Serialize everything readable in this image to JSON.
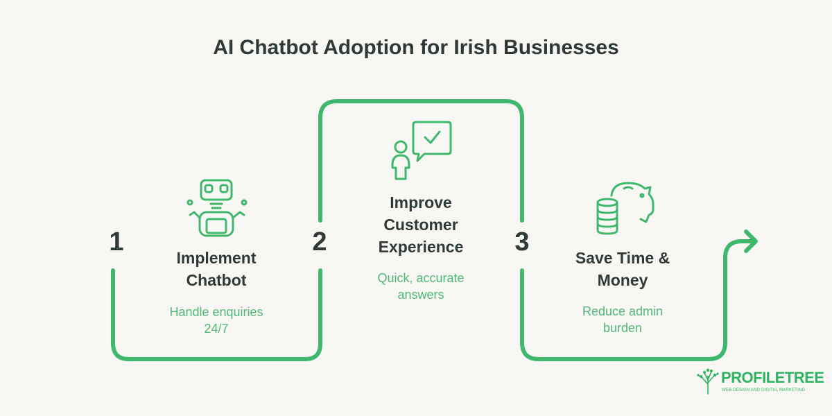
{
  "title": "AI Chatbot Adoption for Irish Businesses",
  "steps": [
    {
      "number": "1",
      "title_line1": "Implement",
      "title_line2": "Chatbot",
      "desc_line1": "Handle enquiries",
      "desc_line2": "24/7",
      "icon": "robot-icon"
    },
    {
      "number": "2",
      "title_line1": "Improve",
      "title_line2": "Customer",
      "title_line3": "Experience",
      "desc_line1": "Quick, accurate",
      "desc_line2": "answers",
      "icon": "person-chat-check-icon"
    },
    {
      "number": "3",
      "title_line1": "Save Time &",
      "title_line2": "Money",
      "desc_line1": "Reduce admin",
      "desc_line2": "burden",
      "icon": "piggy-bank-coins-icon"
    }
  ],
  "logo": {
    "name": "PROFILETREE",
    "tagline": "WEB DESIGN AND DIGITAL MARKETING"
  },
  "colors": {
    "accent": "#3fb86e",
    "text": "#2f3a36",
    "desc": "#4fb877",
    "background": "#f8f7f4"
  }
}
